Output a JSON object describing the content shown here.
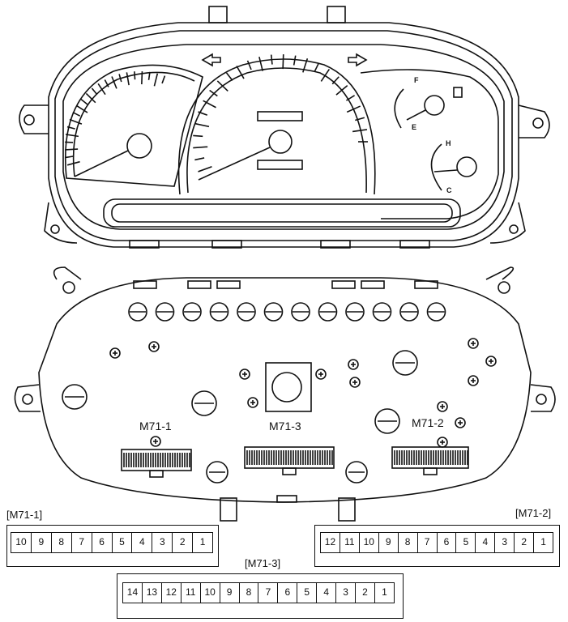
{
  "gauge_marks": {
    "fuel_full": "F",
    "fuel_empty": "E",
    "temp_hot": "H",
    "temp_cold": "C"
  },
  "board_labels": {
    "m71_1": "M71-1",
    "m71_3": "M71-3",
    "m71_2": "M71-2"
  },
  "connectors": {
    "m71_1": {
      "title": "[M71-1]",
      "pins": [
        "10",
        "9",
        "8",
        "7",
        "6",
        "5",
        "4",
        "3",
        "2",
        "1"
      ]
    },
    "m71_2": {
      "title": "[M71-2]",
      "pins": [
        "12",
        "11",
        "10",
        "9",
        "8",
        "7",
        "6",
        "5",
        "4",
        "3",
        "2",
        "1"
      ]
    },
    "m71_3": {
      "title": "[M71-3]",
      "pins": [
        "14",
        "13",
        "12",
        "11",
        "10",
        "9",
        "8",
        "7",
        "6",
        "5",
        "4",
        "3",
        "2",
        "1"
      ]
    }
  }
}
